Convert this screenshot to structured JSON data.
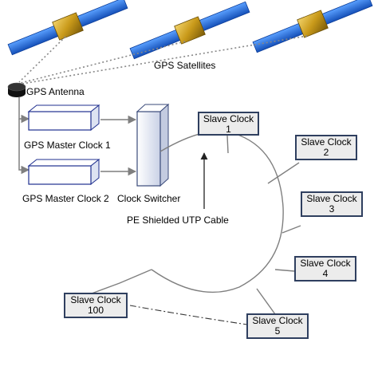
{
  "labels": {
    "satellites": "GPS Satellites",
    "antenna": "GPS Antenna",
    "master1": "GPS Master Clock 1",
    "master2": "GPS Master Clock 2",
    "switcher": "Clock Switcher",
    "cable": "PE Shielded UTP Cable"
  },
  "slave_clocks": [
    {
      "title": "Slave Clock",
      "number": "1"
    },
    {
      "title": "Slave Clock",
      "number": "2"
    },
    {
      "title": "Slave Clock",
      "number": "3"
    },
    {
      "title": "Slave Clock",
      "number": "4"
    },
    {
      "title": "Slave Clock",
      "number": "5"
    },
    {
      "title": "Slave Clock",
      "number": "100"
    }
  ],
  "colors": {
    "panel_blue": "#1f6fe0",
    "satellite_body": "#c99a1a",
    "line_gray": "#7f7f7f",
    "box_border": "#2f3f5f",
    "slave_fill": "#ececec",
    "master_fill": "#ffffff",
    "master_border": "#1f2f8f",
    "antenna": "#111111"
  }
}
